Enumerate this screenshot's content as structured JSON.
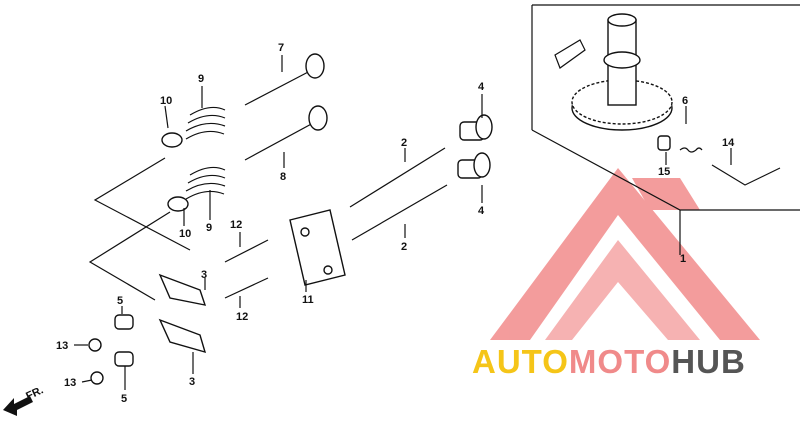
{
  "watermark": {
    "brand_part1": "AUTO",
    "brand_part2": "MOTO",
    "brand_part3": "HUB",
    "colors": {
      "part1": "#f5c518",
      "part2": "#f08a8a",
      "part3": "#555555",
      "logo": "#f28b8b"
    }
  },
  "callouts": {
    "c1": "1",
    "c2a": "2",
    "c2b": "2",
    "c3a": "3",
    "c3b": "3",
    "c4a": "4",
    "c4b": "4",
    "c5a": "5",
    "c5b": "5",
    "c6": "6",
    "c7": "7",
    "c8": "8",
    "c9a": "9",
    "c9b": "9",
    "c10a": "10",
    "c10b": "10",
    "c11": "11",
    "c12a": "12",
    "c12b": "12",
    "c13a": "13",
    "c13b": "13",
    "c14": "14",
    "c15": "15"
  },
  "direction_label": "FR."
}
